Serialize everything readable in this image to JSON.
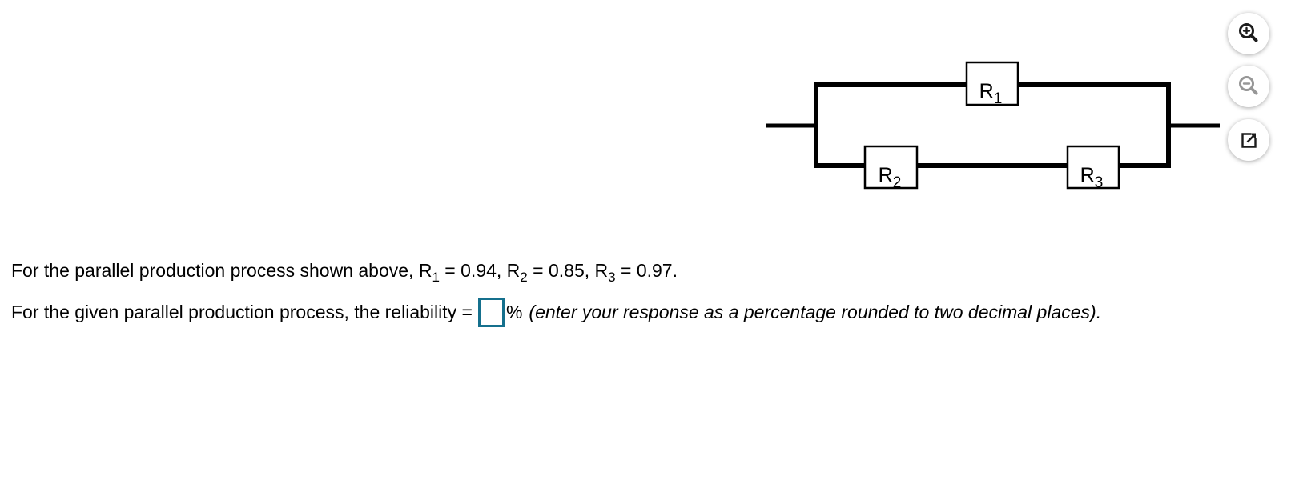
{
  "colors": {
    "diagram_line": "#000000",
    "answer_box_border": "#15708d",
    "icon_active": "#1c1c1c",
    "icon_disabled": "#979797"
  },
  "diagram": {
    "type": "reliability-block-diagram",
    "structure": "top branch R1 in parallel with bottom branch (R2 in series with R3)",
    "blocks": [
      {
        "base": "R",
        "sub": "1",
        "branch": "top"
      },
      {
        "base": "R",
        "sub": "2",
        "branch": "bottom"
      },
      {
        "base": "R",
        "sub": "3",
        "branch": "bottom"
      }
    ]
  },
  "toolbar": {
    "icons": [
      {
        "name": "zoom-in-icon",
        "glyph": "+"
      },
      {
        "name": "zoom-out-icon",
        "glyph": "−"
      },
      {
        "name": "external-link-icon",
        "glyph": "↗"
      }
    ]
  },
  "question": {
    "line1": {
      "part1": "For the parallel production process shown above, R",
      "sub1": "1",
      "part2": " = 0.94, R",
      "sub2": "2",
      "part3": " = 0.85, R",
      "sub3": "3",
      "part4": " = 0.97."
    },
    "line2": {
      "prompt": "For the given parallel production process, the reliability =",
      "answer_value": "",
      "percent_sign": "%",
      "note_italic": "(enter your response as a percentage rounded to two decimal places)."
    }
  }
}
